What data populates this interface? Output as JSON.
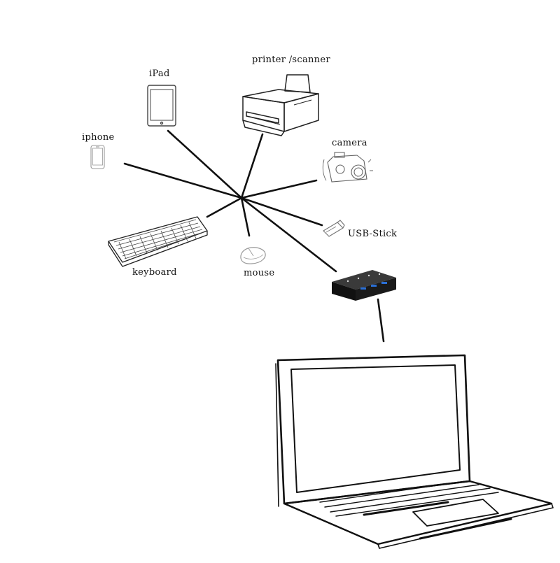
{
  "labels": {
    "printer": "printer /scanner",
    "ipad": "iPad",
    "iphone": "iphone",
    "camera": "camera",
    "usb_stick": "USB-Stick",
    "keyboard": "keyboard",
    "mouse": "mouse"
  },
  "icons": {
    "printer": "printer-icon",
    "ipad": "tablet-icon",
    "iphone": "smartphone-icon",
    "camera": "camera-icon",
    "usb_stick": "usb-stick-icon",
    "keyboard": "keyboard-icon",
    "mouse": "mouse-icon",
    "hub": "usb-hub-icon",
    "laptop": "laptop-icon"
  },
  "colors": {
    "line": "#111111",
    "hub_body": "#1a1a1a",
    "hub_port": "#2a6fd6"
  }
}
